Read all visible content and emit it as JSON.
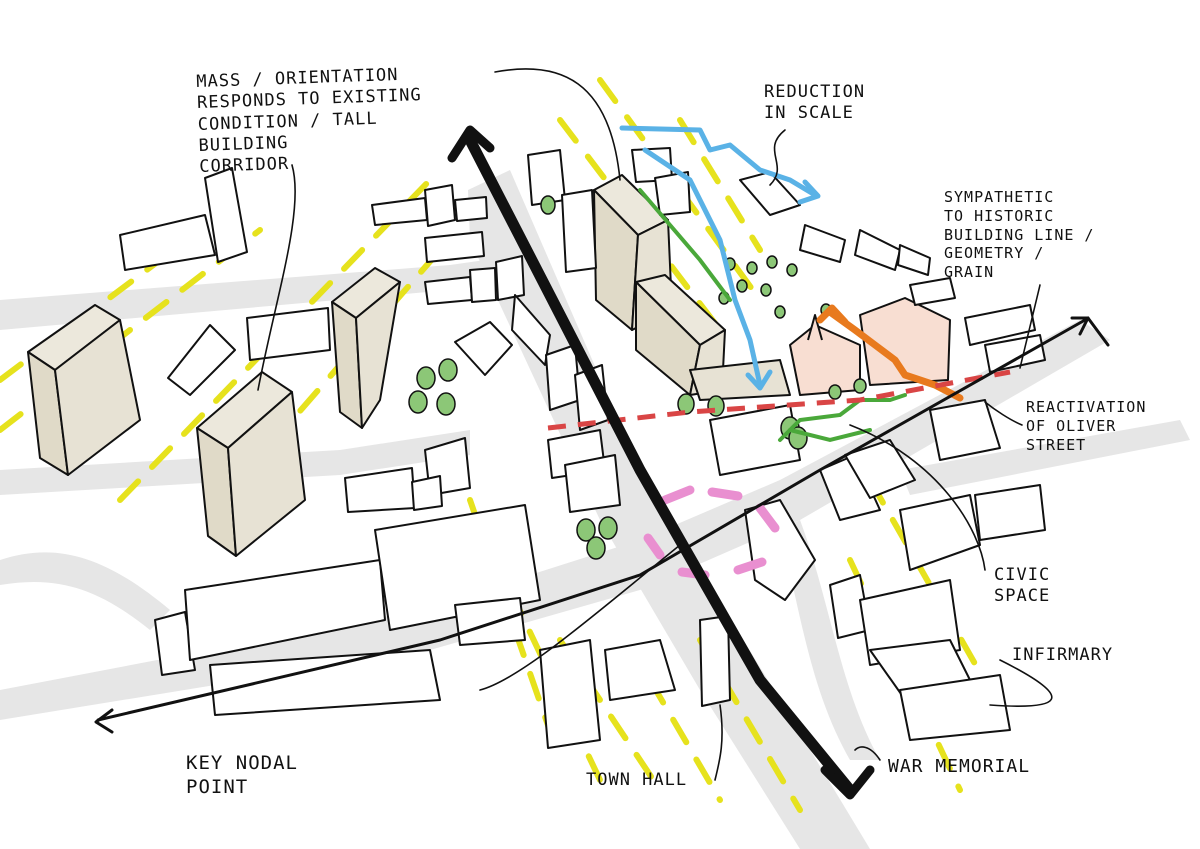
{
  "annotations": {
    "mass_orientation": "MASS / ORIENTATION\nRESPONDS TO EXISTING\nCONDITION / TALL\nBUILDING\nCORRIDOR",
    "reduction_scale": "REDUCTION\nIN SCALE",
    "sympathetic": "SYMPATHETIC\nTO HISTORIC\nBUILDING LINE /\nGEOMETRY /\nGRAIN",
    "reactivation": "REACTIVATION\nOF OLIVER\nSTREET",
    "civic_space": "CIVIC\nSPACE",
    "infirmary": "INFIRMARY",
    "war_memorial": "WAR MEMORIAL",
    "town_hall": "TOWN HALL",
    "key_nodal": "KEY NODAL\nPOINT"
  },
  "colors": {
    "ink": "#111111",
    "road_fill": "#e6e6e6",
    "tall_building": "#e7e2d4",
    "historic_building": "#f8ded2",
    "yellow_corridor": "#e6e21d",
    "blue_arrow": "#5ab2e6",
    "green_path": "#4aa83a",
    "orange_route": "#e87a1e",
    "red_dashed": "#d94545",
    "pink_node": "#e98fd0",
    "tree": "#8cc777"
  },
  "icons": [
    "north-arrow-line",
    "street-arrow-line",
    "tree-icon",
    "flow-arrow-icon"
  ]
}
